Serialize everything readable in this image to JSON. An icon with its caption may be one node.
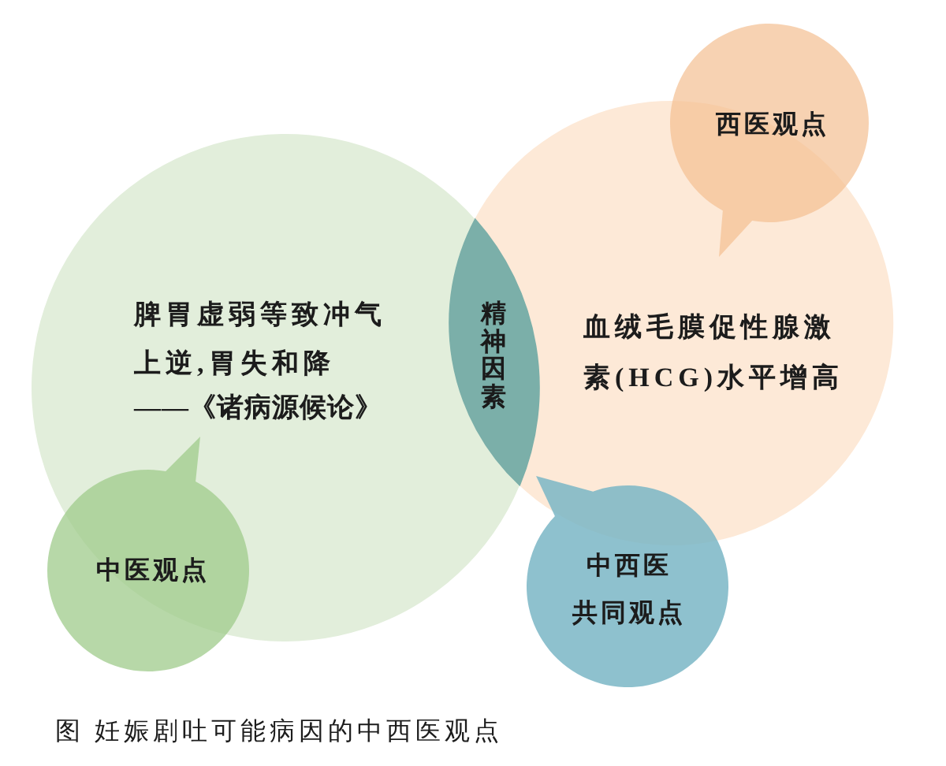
{
  "diagram": {
    "caption": "图 妊娠剧吐可能病因的中西医观点",
    "nodes": [
      {
        "text": [
          "脾胃虚弱等致冲气上逆,胃失和降",
          "——《诸病源候论》"
        ]
      },
      {
        "text": [
          "精神因素"
        ]
      },
      {
        "text": [
          "血绒毛膜促性腺激素(HCG)水平增高"
        ]
      },
      {
        "text": [
          "西医观点"
        ]
      },
      {
        "text": [
          "中医观点"
        ]
      },
      {
        "text": [
          "中西医共同观点"
        ]
      }
    ]
  }
}
